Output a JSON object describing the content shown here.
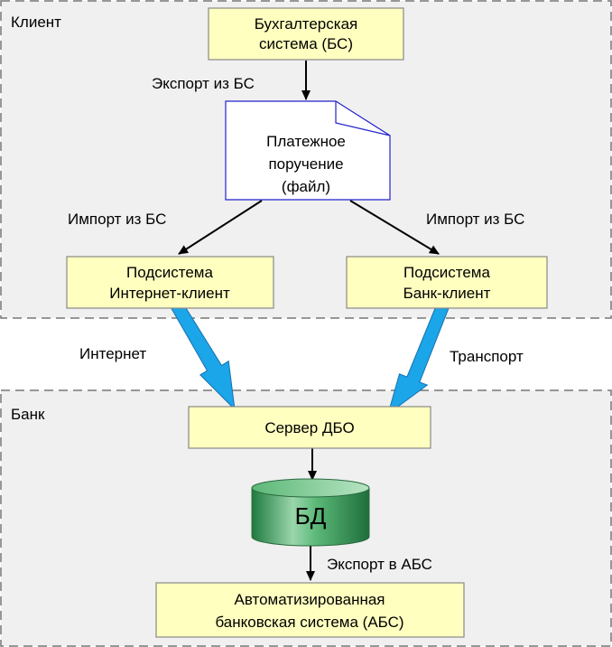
{
  "zones": {
    "client": "Клиент",
    "bank": "Банк"
  },
  "boxes": {
    "bs": [
      "Бухгалтерская",
      "система (БС)"
    ],
    "payment": [
      "Платежное",
      "поручение",
      "(файл)"
    ],
    "internet_client": [
      "Подсистема",
      "Интернет-клиент"
    ],
    "bank_client": [
      "Подсистема",
      "Банк-клиент"
    ],
    "dbo_server": "Сервер ДБО",
    "db": "БД",
    "abs": [
      "Автоматизированная",
      "банковская система (АБС)"
    ]
  },
  "edges": {
    "export_bs": "Экспорт из БС",
    "import_bs_left": "Импорт из БС",
    "import_bs_right": "Импорт из БС",
    "internet": "Интернет",
    "transport": "Транспорт",
    "export_abs": "Экспорт в АБС"
  },
  "colors": {
    "box_fill": "#ffffc0",
    "zone_fill": "#f0f0f0",
    "channel_arrow": "#1aa6e8",
    "db_fill": "#3a9a5c",
    "document_border": "#2222cc"
  }
}
